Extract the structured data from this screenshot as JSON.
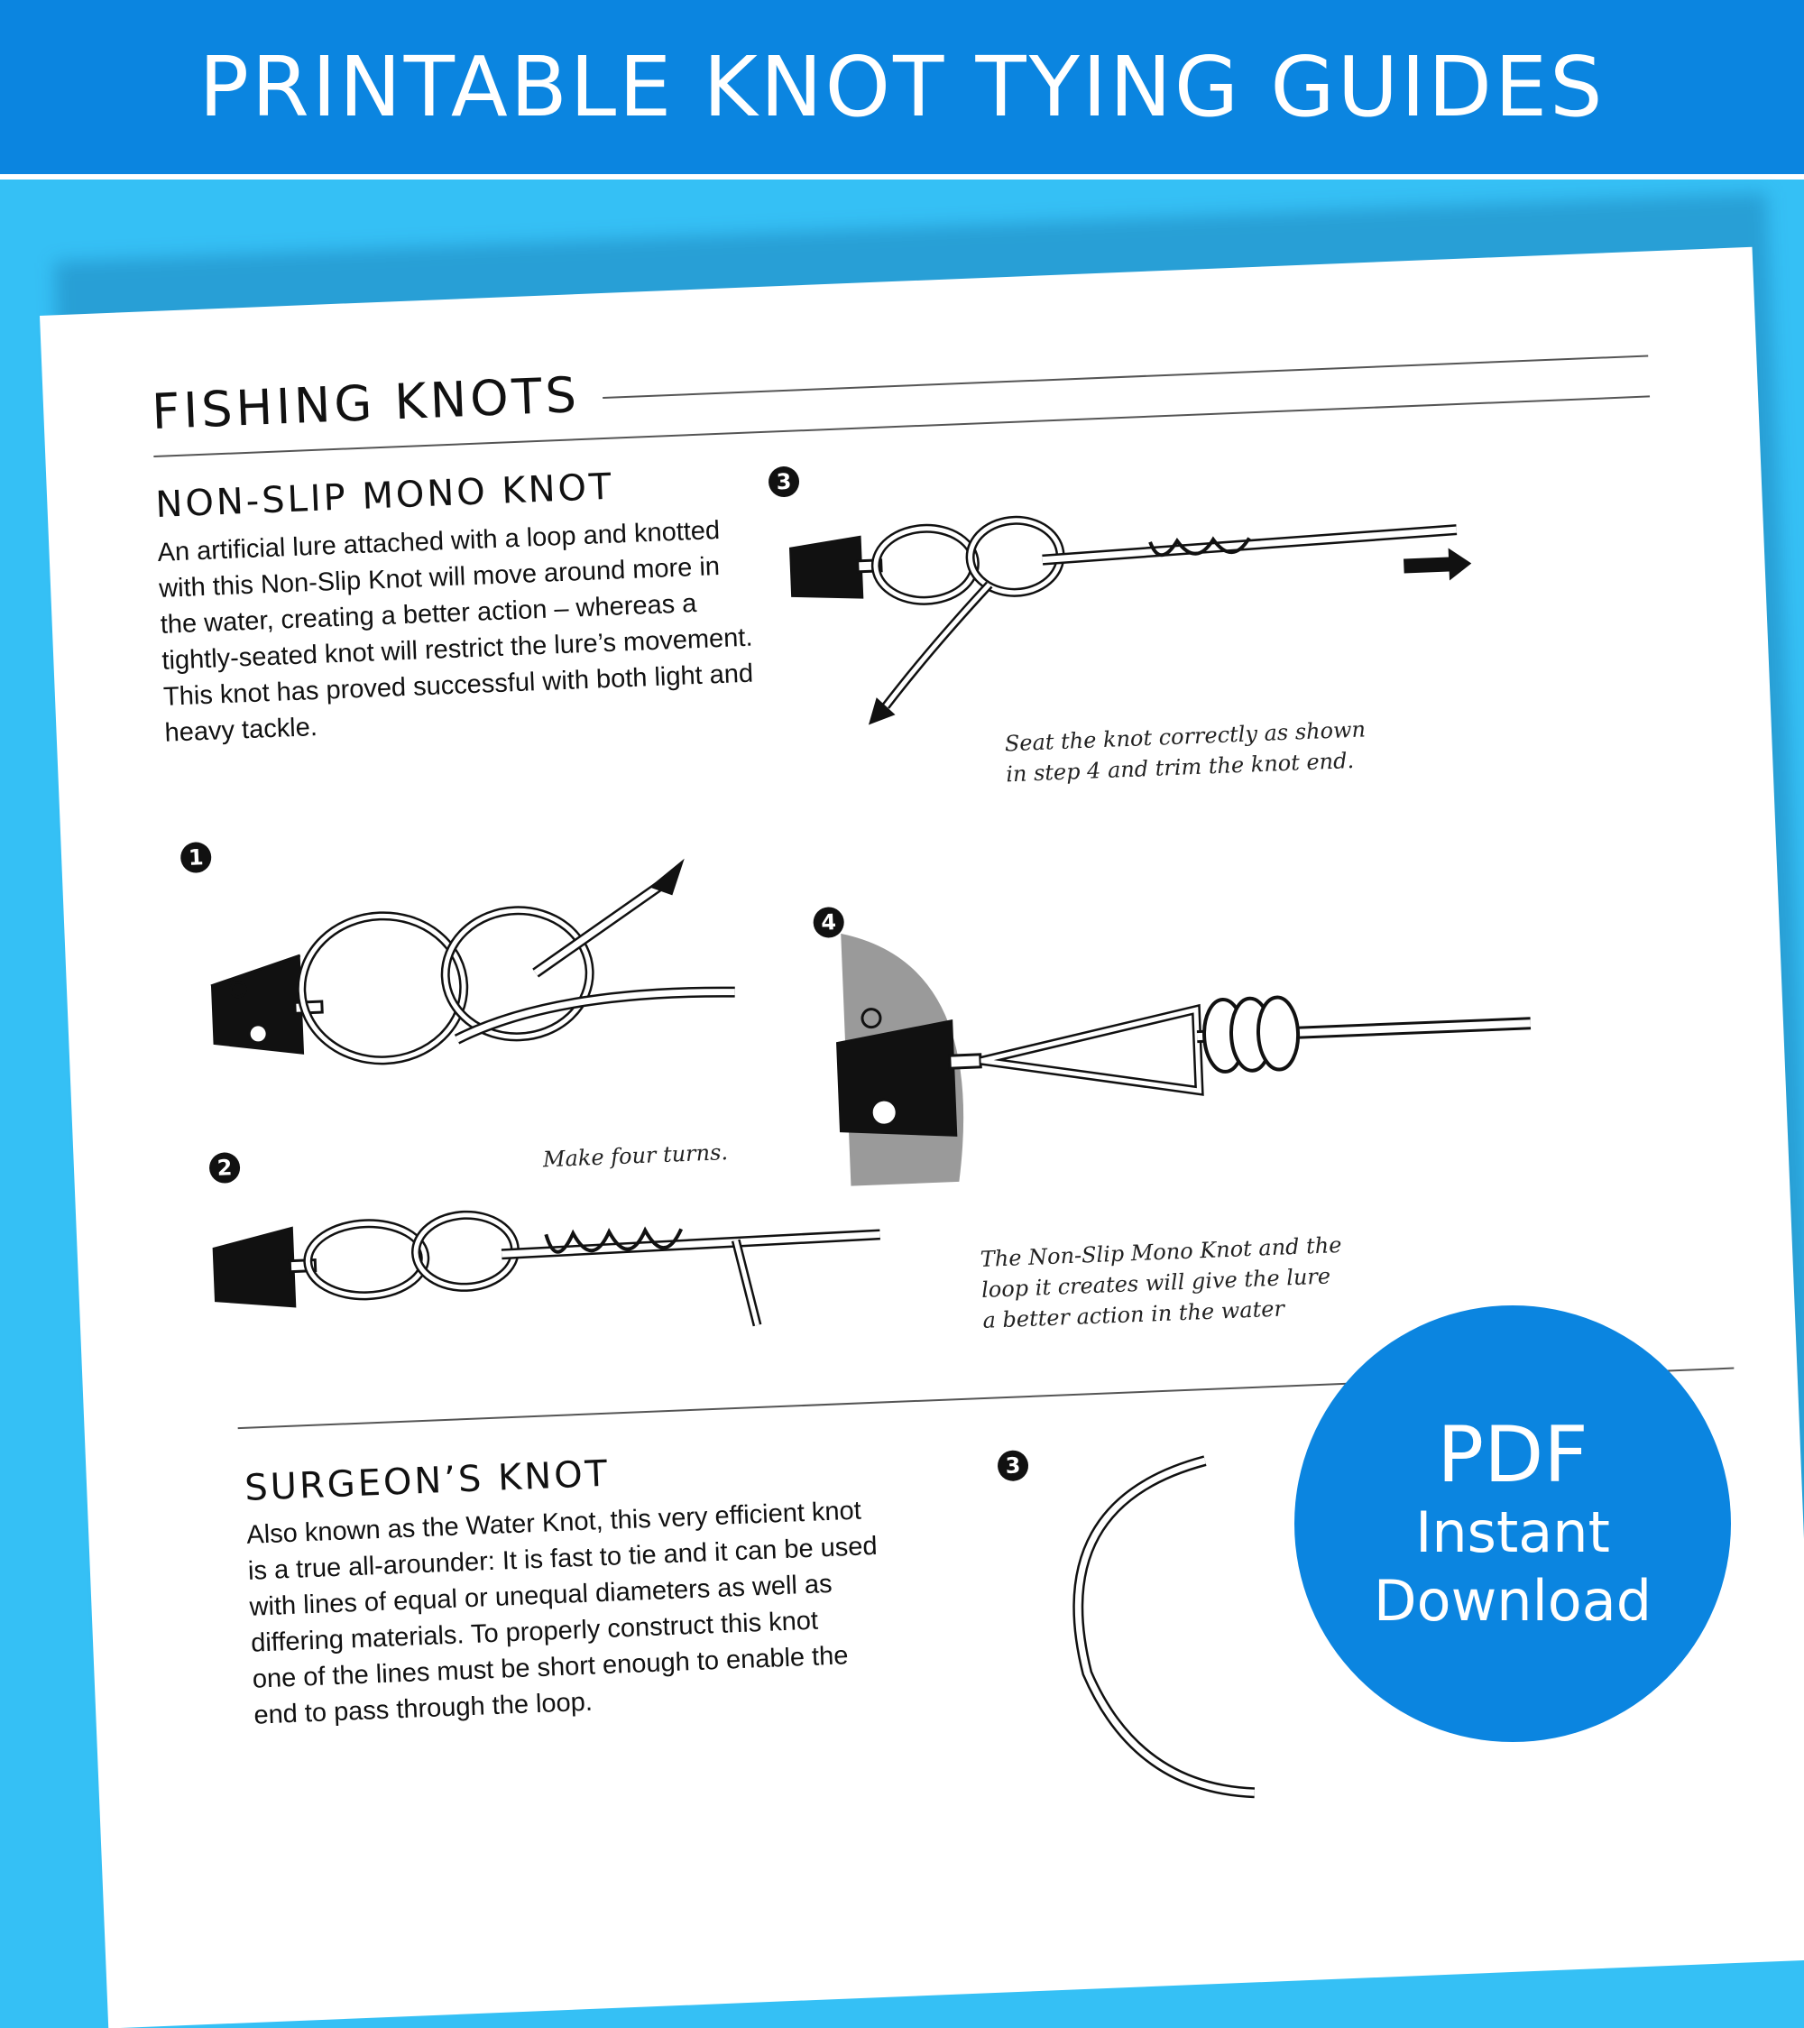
{
  "banner": {
    "title": "PRINTABLE KNOT TYING GUIDES"
  },
  "sheet": {
    "section_title": "FISHING KNOTS",
    "knot1": {
      "title": "NON-SLIP MONO KNOT",
      "description_lines": [
        "An artificial lure attached with a loop and knotted",
        "with this Non-Slip Knot will move around more in",
        "the water, creating a better action – whereas a",
        "tightly-seated knot will restrict the lure’s movement.",
        "This knot has proved successful with both light and",
        "heavy tackle."
      ],
      "steps": [
        {
          "number": "1"
        },
        {
          "number": "2",
          "caption": "Make four turns."
        },
        {
          "number": "3",
          "caption_lines": [
            "Seat the knot correctly as shown",
            "in step 4 and trim the knot end."
          ]
        },
        {
          "number": "4",
          "caption_lines": [
            "The Non-Slip Mono Knot and the",
            "loop it creates will give the lure",
            "a better action in the water"
          ]
        }
      ]
    },
    "knot2": {
      "title": "SURGEON’S KNOT",
      "description_lines": [
        "Also known as the Water Knot, this very efficient knot",
        "is a true all-arounder:  It is fast to tie and it can be used",
        "with lines of equal or unequal diameters as well as",
        "differing materials. To properly construct this knot",
        "one of the lines must be short enough to enable the",
        "end to pass through the loop."
      ],
      "steps": [
        {
          "number": "3"
        }
      ]
    }
  },
  "badge": {
    "line1": "PDF",
    "line2": "Instant",
    "line3": "Download"
  },
  "colors": {
    "banner": "#0b85e0",
    "background": "#35c0f5",
    "badge": "#0b85e0"
  }
}
